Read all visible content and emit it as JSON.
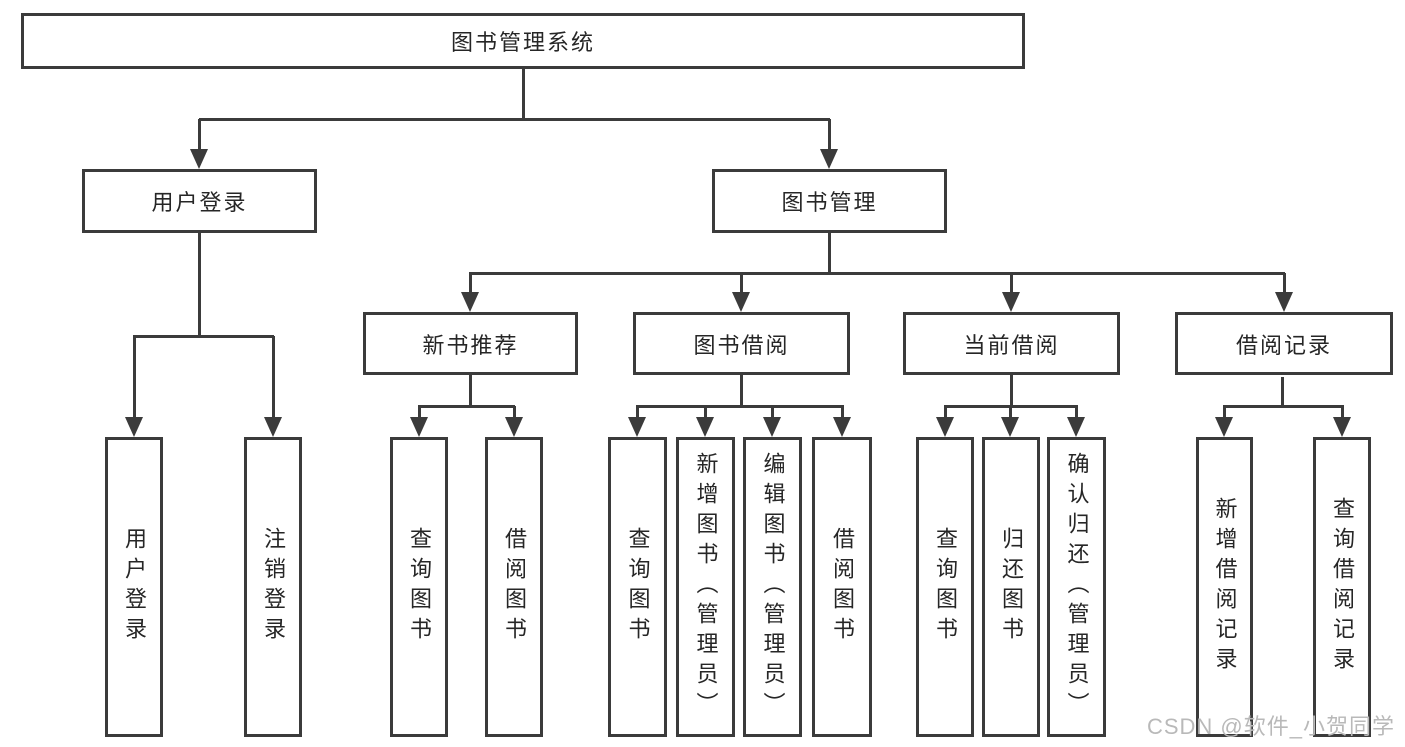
{
  "diagram_title": "图书管理系统",
  "tree": {
    "root": {
      "label": "图书管理系统",
      "children": [
        {
          "label": "用户登录",
          "children": [
            {
              "label": "用户登录"
            },
            {
              "label": "注销登录"
            }
          ]
        },
        {
          "label": "图书管理",
          "children": [
            {
              "label": "新书推荐",
              "children": [
                {
                  "label": "查询图书"
                },
                {
                  "label": "借阅图书"
                }
              ]
            },
            {
              "label": "图书借阅",
              "children": [
                {
                  "label": "查询图书"
                },
                {
                  "label": "新增图书（管理员）"
                },
                {
                  "label": "编辑图书（管理员）"
                },
                {
                  "label": "借阅图书"
                }
              ]
            },
            {
              "label": "当前借阅",
              "children": [
                {
                  "label": "查询图书"
                },
                {
                  "label": "归还图书"
                },
                {
                  "label": "确认归还（管理员）"
                }
              ]
            },
            {
              "label": "借阅记录",
              "children": [
                {
                  "label": "新增借阅记录"
                },
                {
                  "label": "查询借阅记录"
                }
              ]
            }
          ]
        }
      ]
    }
  },
  "watermark": {
    "text": "CSDN @软件_小贺同学"
  },
  "colors": {
    "background": "#ffffff",
    "node_border": "#3b3b3b",
    "connector": "#3b3b3b",
    "node_text": "#262626",
    "watermark_text": "#b9b9b9"
  }
}
